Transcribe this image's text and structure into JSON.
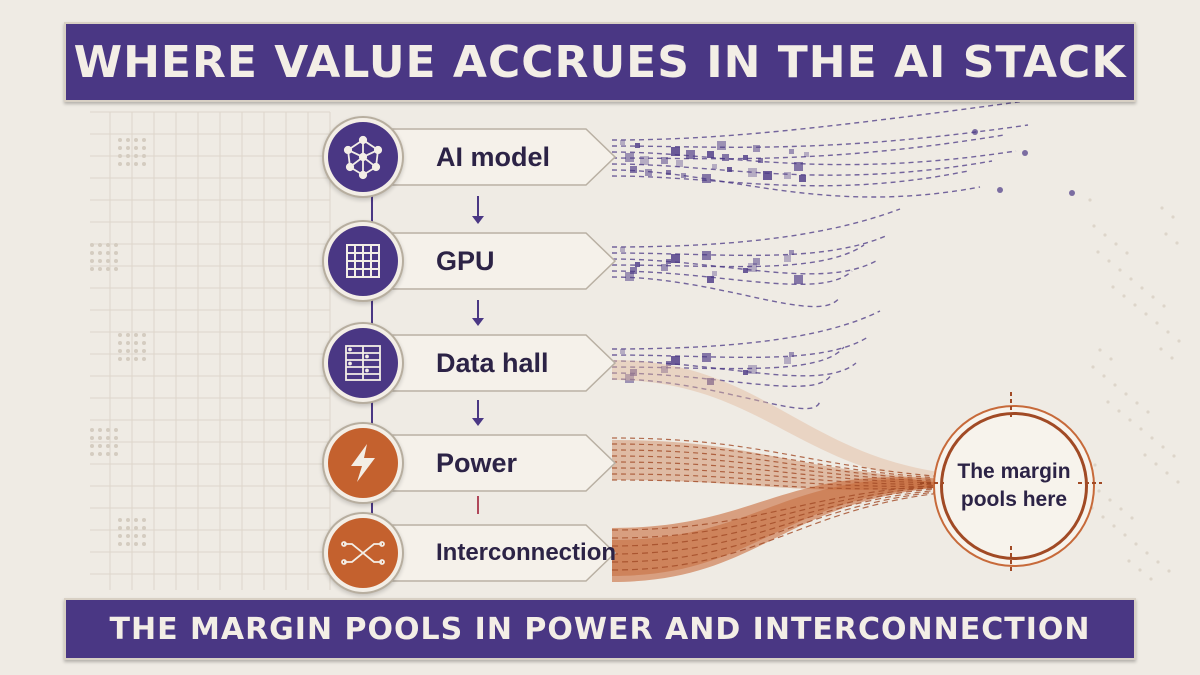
{
  "title": "WHERE VALUE ACCRUES IN THE AI STACK",
  "footer": "THE MARGIN POOLS IN POWER AND INTERCONNECTION",
  "tiers": [
    {
      "label": "AI model",
      "icon": "neural-network-icon",
      "color": "#4a3784"
    },
    {
      "label": "GPU",
      "icon": "chip-grid-icon",
      "color": "#4a3784"
    },
    {
      "label": "Data hall",
      "icon": "server-rack-icon",
      "color": "#4a3784"
    },
    {
      "label": "Power",
      "icon": "lightning-bolt-icon",
      "color": "#c4612e"
    },
    {
      "label": "Interconnection",
      "icon": "crossing-circuit-icon",
      "color": "#c4612e"
    }
  ],
  "target_label": "The margin pools here",
  "colors": {
    "purple": "#4a3784",
    "orange": "#c4612e",
    "dark_orange": "#a14a25",
    "paper": "#efebe4"
  }
}
